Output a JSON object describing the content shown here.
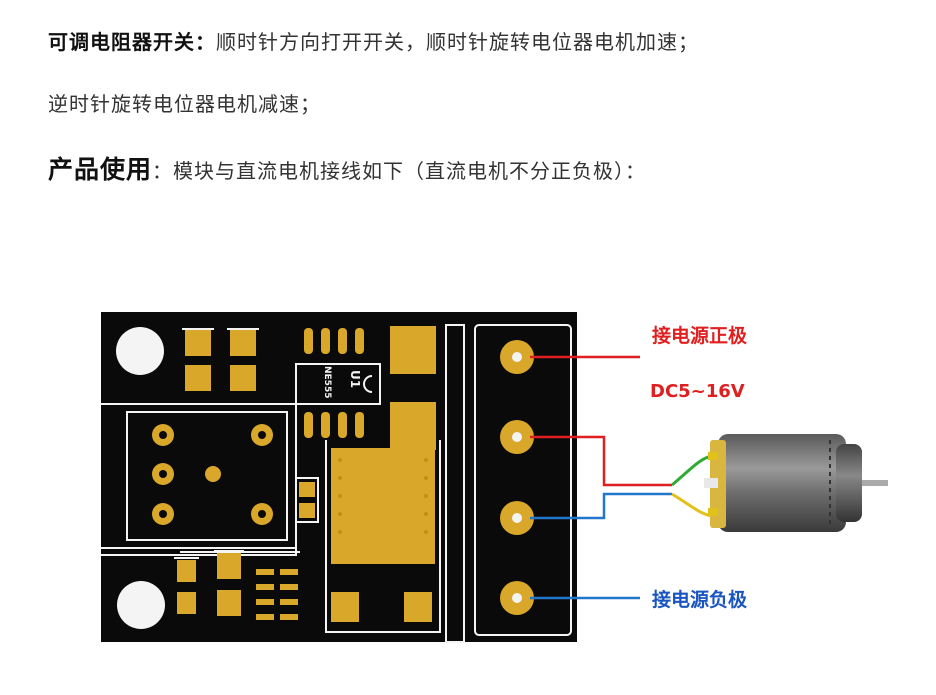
{
  "text": {
    "line1_bold": "可调电阻器开关：",
    "line1_rest": "顺时针方向打开开关，顺时针旋转电位器电机加速；",
    "line2": "逆时针旋转电位器电机减速；",
    "line3_bold": "产品使用",
    "line3_rest": "：模块与直流电机接线如下（直流电机不分正负极）："
  },
  "diagram": {
    "label_positive": "接电源正极",
    "label_voltage": "DC5~16V",
    "label_negative": "接电源负极",
    "chip_label": "U1",
    "chip_part": "NE555"
  },
  "colors": {
    "pcb": "#0a0a0a",
    "pad": "#d9a72a",
    "silk": "#f4f4f4",
    "wire_red": "#e02020",
    "wire_blue": "#2277cc",
    "label_red": "#e02020",
    "label_blue": "#1a55c0",
    "motor_wire_green": "#33aa33",
    "motor_wire_yellow": "#e0c21a"
  }
}
